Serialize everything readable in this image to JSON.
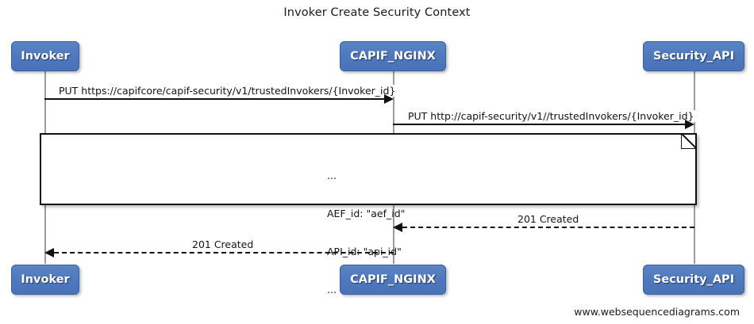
{
  "diagram": {
    "title": "Invoker Create Security Context",
    "footer": "www.websequencediagrams.com",
    "accent_color": "#4d78bd",
    "line_color": "#111111",
    "lifeline_color": "#9b9b9b"
  },
  "participants": [
    {
      "id": "invoker",
      "label": "Invoker"
    },
    {
      "id": "capif_nginx",
      "label": "CAPIF_NGINX"
    },
    {
      "id": "security_api",
      "label": "Security_API"
    }
  ],
  "footer_participants": [
    {
      "id": "invoker-bottom",
      "label": "Invoker"
    },
    {
      "id": "capif_nginx-bottom",
      "label": "CAPIF_NGINX"
    },
    {
      "id": "security_api-bottom",
      "label": "Security_API"
    }
  ],
  "messages": [
    {
      "id": "msg-1",
      "label": "PUT https://capifcore/capif-security/v1/trustedInvokers/{Invoker_id}",
      "from": "invoker",
      "to": "capif_nginx",
      "style": "solid",
      "direction": "right"
    },
    {
      "id": "msg-2",
      "label": "PUT http://capif-security/v1//trustedInvokers/{Invoker_id}",
      "from": "capif_nginx",
      "to": "security_api",
      "style": "solid",
      "direction": "right"
    },
    {
      "id": "msg-3",
      "label": "201 Created",
      "from": "security_api",
      "to": "capif_nginx",
      "style": "dashed",
      "direction": "left"
    },
    {
      "id": "msg-4",
      "label": "201 Created",
      "from": "capif_nginx",
      "to": "invoker",
      "style": "dashed",
      "direction": "left"
    }
  ],
  "note": {
    "lines": [
      "...",
      "AEF_id: \"aef_id\"",
      "API_id: \"api_id\"",
      "..."
    ]
  }
}
